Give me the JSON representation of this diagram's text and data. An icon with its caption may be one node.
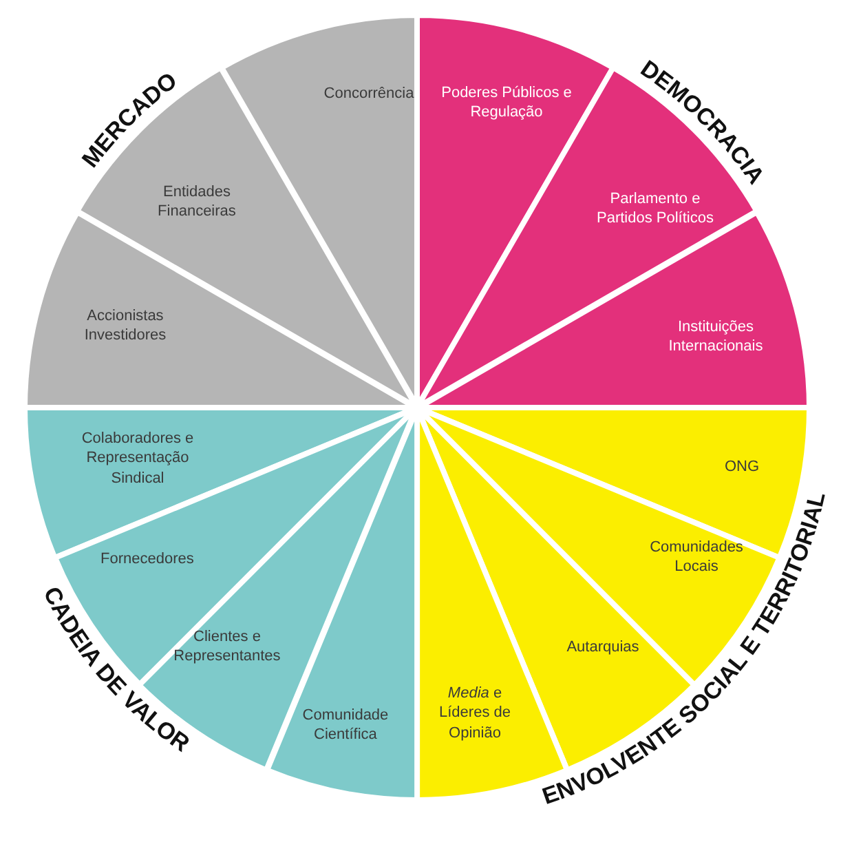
{
  "diagram": {
    "nodes": [
      {
        "text": [
          "Concorrência"
        ]
      },
      {
        "text": [
          "Entidades Financeiras"
        ]
      },
      {
        "text": [
          "Accionistas Investidores"
        ]
      },
      {
        "text": [
          "Poderes Públicos e Regulação"
        ]
      },
      {
        "text": [
          "Parlamento e Partidos Políticos"
        ]
      },
      {
        "text": [
          "Instituições Internacionais"
        ]
      },
      {
        "text": [
          "ONG"
        ]
      },
      {
        "text": [
          "Comunidades Locais"
        ]
      },
      {
        "text": [
          "Autarquias"
        ]
      },
      {
        "text": [
          "*Media* e Líderes de Opinião"
        ]
      },
      {
        "text": [
          "Colaboradores e Representação Sindical"
        ]
      },
      {
        "text": [
          "Fornecedores"
        ]
      },
      {
        "text": [
          "Clientes e Representantes"
        ]
      },
      {
        "text": [
          "Comunidade Científica"
        ]
      }
    ],
    "labels": [
      "MERCADO",
      "DEMOCRACIA",
      "CADEIA DE VALOR",
      "ENVOLVENTE SOCIAL E TERRITORIAL"
    ]
  }
}
